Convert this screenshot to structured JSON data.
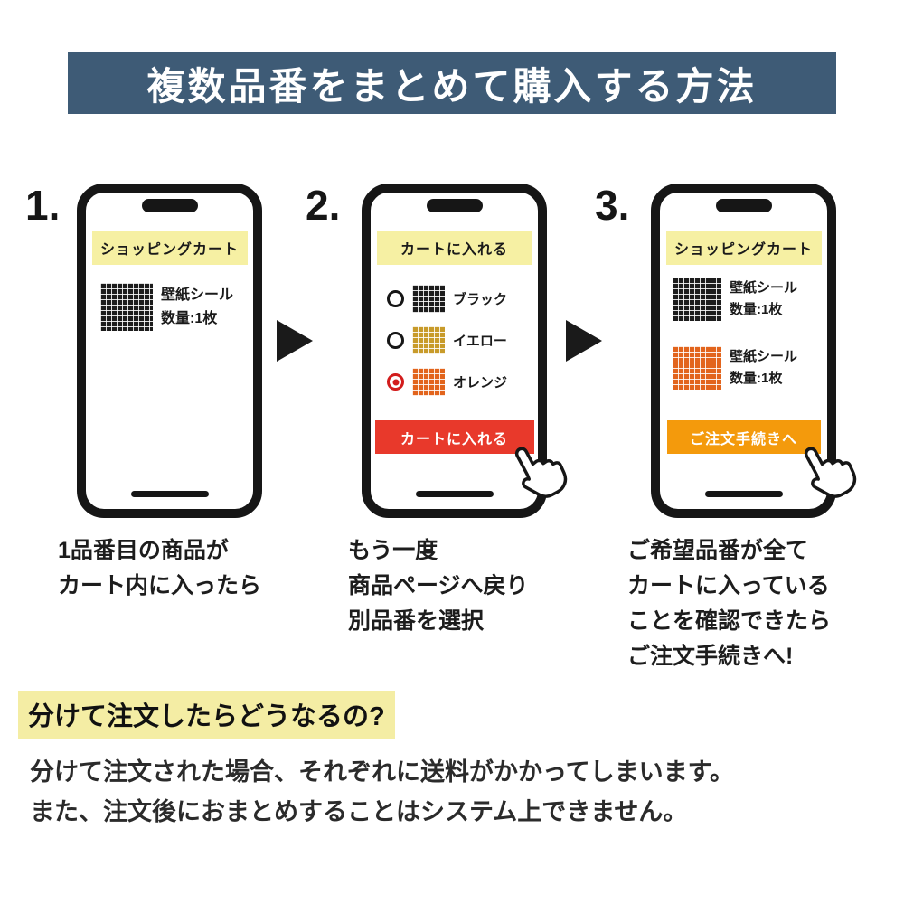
{
  "header": {
    "title": "複数品番をまとめて購入する方法"
  },
  "steps": [
    {
      "number": "1.",
      "screen_title": "ショッピングカート",
      "items": [
        {
          "swatch": "black",
          "lines": [
            "壁紙シール",
            "数量:1枚"
          ]
        }
      ],
      "caption": [
        "1品番目の商品が",
        "カート内に入ったら"
      ]
    },
    {
      "number": "2.",
      "screen_title": "カートに入れる",
      "options": [
        {
          "label": "ブラック",
          "swatch": "black",
          "selected": false
        },
        {
          "label": "イエロー",
          "swatch": "yellow",
          "selected": false
        },
        {
          "label": "オレンジ",
          "swatch": "orange",
          "selected": true
        }
      ],
      "button_label": "カートに入れる",
      "caption": [
        "もう一度",
        "商品ページへ戻り",
        "別品番を選択"
      ]
    },
    {
      "number": "3.",
      "screen_title": "ショッピングカート",
      "items": [
        {
          "swatch": "black",
          "lines": [
            "壁紙シール",
            "数量:1枚"
          ]
        },
        {
          "swatch": "orange",
          "lines": [
            "壁紙シール",
            "数量:1枚"
          ]
        }
      ],
      "button_label": "ご注文手続きへ",
      "caption": [
        "ご希望品番が全て",
        "カートに入っている",
        "ことを確認できたら",
        "ご注文手続きへ!"
      ]
    }
  ],
  "faq": {
    "question": "分けて注文したらどうなるの?",
    "answer": [
      "分けて注文された場合、それぞれに送料がかかってしまいます。",
      "また、注文後におまとめすることはシステム上できません。"
    ]
  },
  "colors": {
    "header_bg": "#3e5b76",
    "screen_banner_bg": "#f6f0a3",
    "add_to_cart_button": "#e8392b",
    "checkout_button": "#f49a0c",
    "selected_radio": "#d21c1c",
    "swatch_black": "#1c1c1c",
    "swatch_yellow": "#c89b2a",
    "swatch_orange": "#e2641c",
    "question_highlight": "#f4eda4"
  }
}
